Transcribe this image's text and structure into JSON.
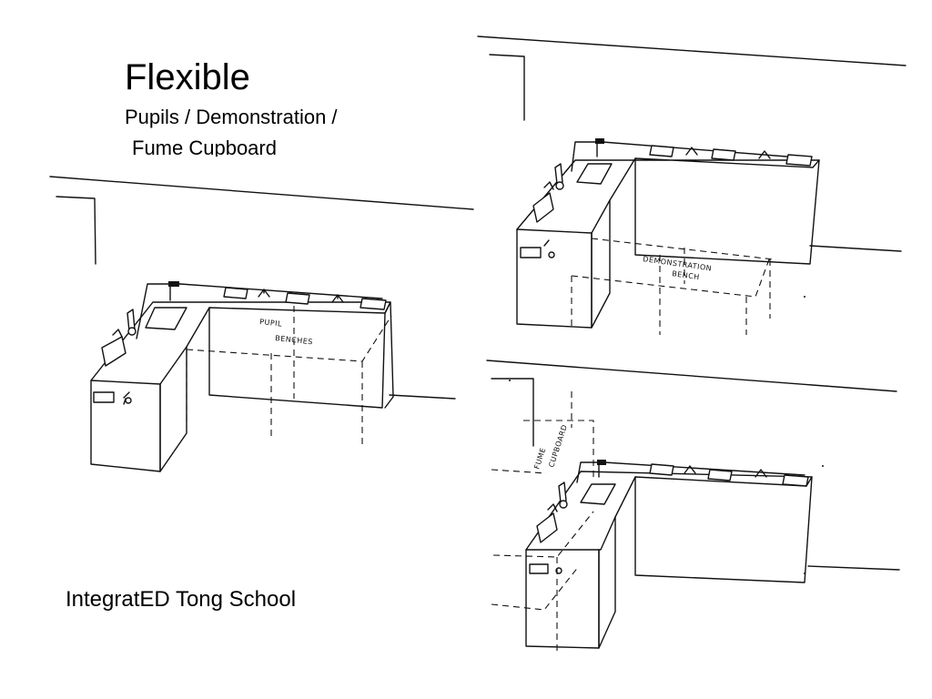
{
  "title": "Flexible",
  "subtitle_line1": "Pupils / Demonstration /",
  "subtitle_line2": "Fume Cupboard",
  "footer": "IntegratED   Tong School",
  "sketch_labels": {
    "pupil": "PUPIL",
    "benches": "BENCHES",
    "demonstration": "DEMONSTRATION",
    "bench": "BENCH",
    "fume": "FUME",
    "cupboard": "CUPBOARD"
  }
}
